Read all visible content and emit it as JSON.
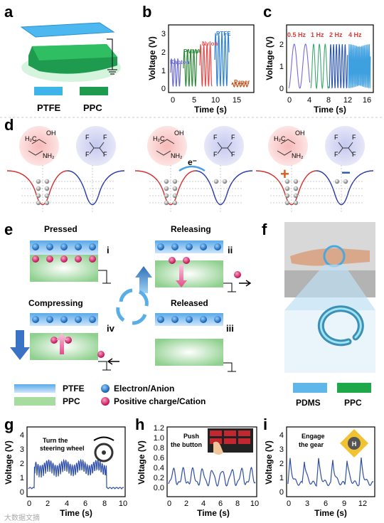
{
  "panels": {
    "a": {
      "letter": "a",
      "legend": [
        {
          "label": "PTFE",
          "color": "#3fb4e8"
        },
        {
          "label": "PPC",
          "color": "#1e9b4e"
        }
      ]
    },
    "b": {
      "letter": "b",
      "ylabel": "Voltage (V)",
      "xlabel": "Time (s)",
      "xticks": [
        "0",
        "5",
        "10",
        "15"
      ],
      "yticks": [
        "0",
        "1",
        "2",
        "3"
      ],
      "materials": [
        {
          "name": "Kapton",
          "color": "#6a6ad0"
        },
        {
          "name": "PMMA",
          "color": "#2e8b3a"
        },
        {
          "name": "Nylon",
          "color": "#e84a4a"
        },
        {
          "name": "PTFE",
          "color": "#2e7fd6"
        },
        {
          "name": "Paper",
          "color": "#c0501a"
        }
      ]
    },
    "c": {
      "letter": "c",
      "ylabel": "Voltage (V)",
      "xlabel": "Time (s)",
      "xticks": [
        "0",
        "4",
        "8",
        "12",
        "16"
      ],
      "yticks": [
        "0",
        "1",
        "2"
      ],
      "freqs": [
        {
          "name": "0.5 Hz",
          "color": "#7a6ad8"
        },
        {
          "name": "1 Hz",
          "color": "#3aa870"
        },
        {
          "name": "2 Hz",
          "color": "#2a55a8"
        },
        {
          "name": "4 Hz",
          "color": "#3fa0e0"
        }
      ]
    },
    "d": {
      "letter": "d",
      "electron": "e⁻",
      "plus": "+",
      "minus": "−",
      "oh": "OH",
      "nh2": "NH₂",
      "h2c": "H₂C",
      "f": "F"
    },
    "e": {
      "letter": "e",
      "states": [
        {
          "name": "Pressed",
          "num": "i"
        },
        {
          "name": "Releasing",
          "num": "ii"
        },
        {
          "name": "Released",
          "num": "iii"
        },
        {
          "name": "Compressing",
          "num": "iv"
        }
      ],
      "legend": [
        {
          "label": "PTFE"
        },
        {
          "label": "PPC"
        },
        {
          "label": "Electron/Anion"
        },
        {
          "label": "Positive charge/Cation"
        }
      ]
    },
    "f": {
      "letter": "f",
      "legend": [
        {
          "label": "PDMS"
        },
        {
          "label": "PPC"
        }
      ]
    },
    "g": {
      "letter": "g",
      "ylabel": "Voltage (V)",
      "xlabel": "Time (s)",
      "caption": "Turn the\nsteering wheel",
      "cap1": "Turn the",
      "cap2": "steering wheel",
      "xticks": [
        "0",
        "2",
        "4",
        "6",
        "8",
        "10"
      ],
      "yticks": [
        "0",
        "1",
        "2",
        "3",
        "4"
      ]
    },
    "h": {
      "letter": "h",
      "ylabel": "Voltage (V)",
      "xlabel": "Time (s)",
      "cap1": "Push",
      "cap2": "the button",
      "xticks": [
        "0",
        "2",
        "4",
        "6",
        "8",
        "10"
      ],
      "yticks": [
        "0.0",
        "0.2",
        "0.4",
        "0.6",
        "0.8",
        "1.0",
        "1.2"
      ]
    },
    "i": {
      "letter": "i",
      "ylabel": "Voltage (V)",
      "xlabel": "Time (s)",
      "cap1": "Engage",
      "cap2": "the gear",
      "xticks": [
        "0",
        "3",
        "6",
        "9",
        "12"
      ],
      "yticks": [
        "0",
        "1",
        "2",
        "3",
        "4"
      ]
    }
  },
  "watermark": "大数据文摘"
}
